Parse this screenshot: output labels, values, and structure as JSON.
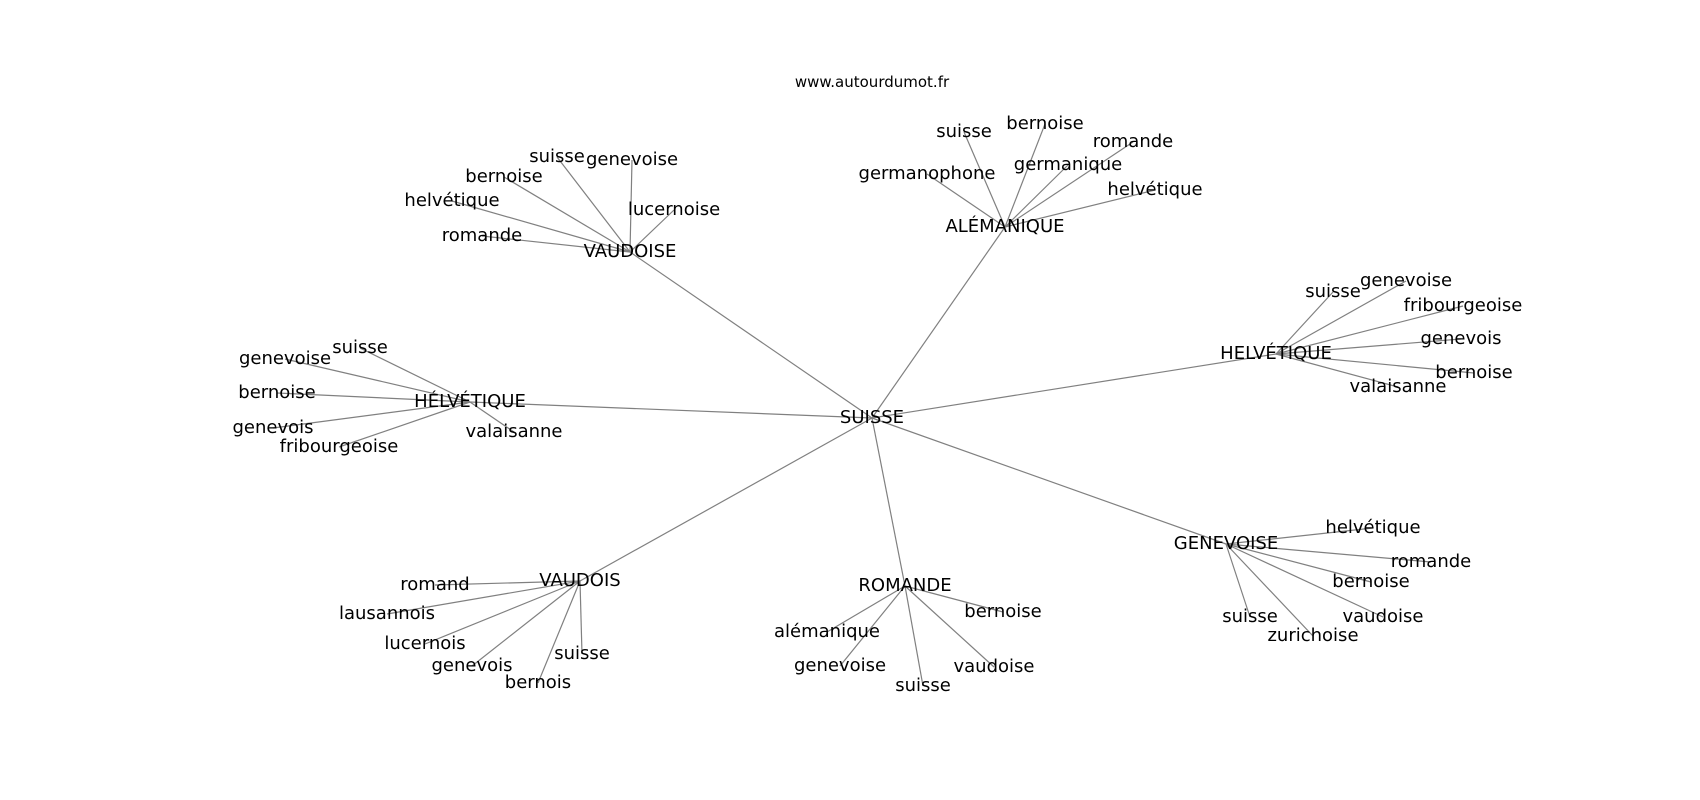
{
  "source": "www.autourdumot.fr",
  "nodes": [
    {
      "id": "SUISSE",
      "label": "SUISSE"
    },
    {
      "id": "VAUDOISE",
      "label": "VAUDOISE"
    },
    {
      "id": "ALEMANIQUE",
      "label": "ALÉMANIQUE"
    },
    {
      "id": "HELVETIQUE_R",
      "label": "HELVÉTIQUE"
    },
    {
      "id": "HELVETIQUE_L",
      "label": "HÉLVÉTIQUE"
    },
    {
      "id": "GENEVOISE",
      "label": "GENEVOISE"
    },
    {
      "id": "ROMANDE",
      "label": "ROMANDE"
    },
    {
      "id": "VAUDOIS",
      "label": "VAUDOIS"
    },
    {
      "id": "v1",
      "label": "suisse"
    },
    {
      "id": "v2",
      "label": "genevoise"
    },
    {
      "id": "v3",
      "label": "bernoise"
    },
    {
      "id": "v4",
      "label": "helvétique"
    },
    {
      "id": "v5",
      "label": "lucernoise"
    },
    {
      "id": "v6",
      "label": "romande"
    },
    {
      "id": "a1",
      "label": "suisse"
    },
    {
      "id": "a2",
      "label": "bernoise"
    },
    {
      "id": "a3",
      "label": "romande"
    },
    {
      "id": "a4",
      "label": "germanique"
    },
    {
      "id": "a5",
      "label": "germanophone"
    },
    {
      "id": "a6",
      "label": "helvétique"
    },
    {
      "id": "hr1",
      "label": "suisse"
    },
    {
      "id": "hr2",
      "label": "genevoise"
    },
    {
      "id": "hr3",
      "label": "fribourgeoise"
    },
    {
      "id": "hr4",
      "label": "genevois"
    },
    {
      "id": "hr5",
      "label": "bernoise"
    },
    {
      "id": "hr6",
      "label": "valaisanne"
    },
    {
      "id": "hl1",
      "label": "suisse"
    },
    {
      "id": "hl2",
      "label": "genevoise"
    },
    {
      "id": "hl3",
      "label": "bernoise"
    },
    {
      "id": "hl4",
      "label": "genevois"
    },
    {
      "id": "hl5",
      "label": "fribourgeoise"
    },
    {
      "id": "hl6",
      "label": "valaisanne"
    },
    {
      "id": "g1",
      "label": "helvétique"
    },
    {
      "id": "g2",
      "label": "romande"
    },
    {
      "id": "g3",
      "label": "bernoise"
    },
    {
      "id": "g4",
      "label": "vaudoise"
    },
    {
      "id": "g5",
      "label": "zurichoise"
    },
    {
      "id": "g6",
      "label": "suisse"
    },
    {
      "id": "r1",
      "label": "bernoise"
    },
    {
      "id": "r2",
      "label": "alémanique"
    },
    {
      "id": "r3",
      "label": "genevoise"
    },
    {
      "id": "r4",
      "label": "vaudoise"
    },
    {
      "id": "r5",
      "label": "suisse"
    },
    {
      "id": "d1",
      "label": "romand"
    },
    {
      "id": "d2",
      "label": "lausannois"
    },
    {
      "id": "d3",
      "label": "lucernois"
    },
    {
      "id": "d4",
      "label": "genevois"
    },
    {
      "id": "d5",
      "label": "bernois"
    },
    {
      "id": "d6",
      "label": "suisse"
    }
  ],
  "edges": [
    [
      "SUISSE",
      "VAUDOISE"
    ],
    [
      "SUISSE",
      "ALEMANIQUE"
    ],
    [
      "SUISSE",
      "HELVETIQUE_R"
    ],
    [
      "SUISSE",
      "HELVETIQUE_L"
    ],
    [
      "SUISSE",
      "GENEVOISE"
    ],
    [
      "SUISSE",
      "ROMANDE"
    ],
    [
      "SUISSE",
      "VAUDOIS"
    ],
    [
      "VAUDOISE",
      "v1"
    ],
    [
      "VAUDOISE",
      "v2"
    ],
    [
      "VAUDOISE",
      "v3"
    ],
    [
      "VAUDOISE",
      "v4"
    ],
    [
      "VAUDOISE",
      "v5"
    ],
    [
      "VAUDOISE",
      "v6"
    ],
    [
      "ALEMANIQUE",
      "a1"
    ],
    [
      "ALEMANIQUE",
      "a2"
    ],
    [
      "ALEMANIQUE",
      "a3"
    ],
    [
      "ALEMANIQUE",
      "a4"
    ],
    [
      "ALEMANIQUE",
      "a5"
    ],
    [
      "ALEMANIQUE",
      "a6"
    ],
    [
      "HELVETIQUE_R",
      "hr1"
    ],
    [
      "HELVETIQUE_R",
      "hr2"
    ],
    [
      "HELVETIQUE_R",
      "hr3"
    ],
    [
      "HELVETIQUE_R",
      "hr4"
    ],
    [
      "HELVETIQUE_R",
      "hr5"
    ],
    [
      "HELVETIQUE_R",
      "hr6"
    ],
    [
      "HELVETIQUE_L",
      "hl1"
    ],
    [
      "HELVETIQUE_L",
      "hl2"
    ],
    [
      "HELVETIQUE_L",
      "hl3"
    ],
    [
      "HELVETIQUE_L",
      "hl4"
    ],
    [
      "HELVETIQUE_L",
      "hl5"
    ],
    [
      "HELVETIQUE_L",
      "hl6"
    ],
    [
      "GENEVOISE",
      "g1"
    ],
    [
      "GENEVOISE",
      "g2"
    ],
    [
      "GENEVOISE",
      "g3"
    ],
    [
      "GENEVOISE",
      "g4"
    ],
    [
      "GENEVOISE",
      "g5"
    ],
    [
      "GENEVOISE",
      "g6"
    ],
    [
      "ROMANDE",
      "r1"
    ],
    [
      "ROMANDE",
      "r2"
    ],
    [
      "ROMANDE",
      "r3"
    ],
    [
      "ROMANDE",
      "r4"
    ],
    [
      "ROMANDE",
      "r5"
    ],
    [
      "VAUDOIS",
      "d1"
    ],
    [
      "VAUDOIS",
      "d2"
    ],
    [
      "VAUDOIS",
      "d3"
    ],
    [
      "VAUDOIS",
      "d4"
    ],
    [
      "VAUDOIS",
      "d5"
    ],
    [
      "VAUDOIS",
      "d6"
    ]
  ]
}
